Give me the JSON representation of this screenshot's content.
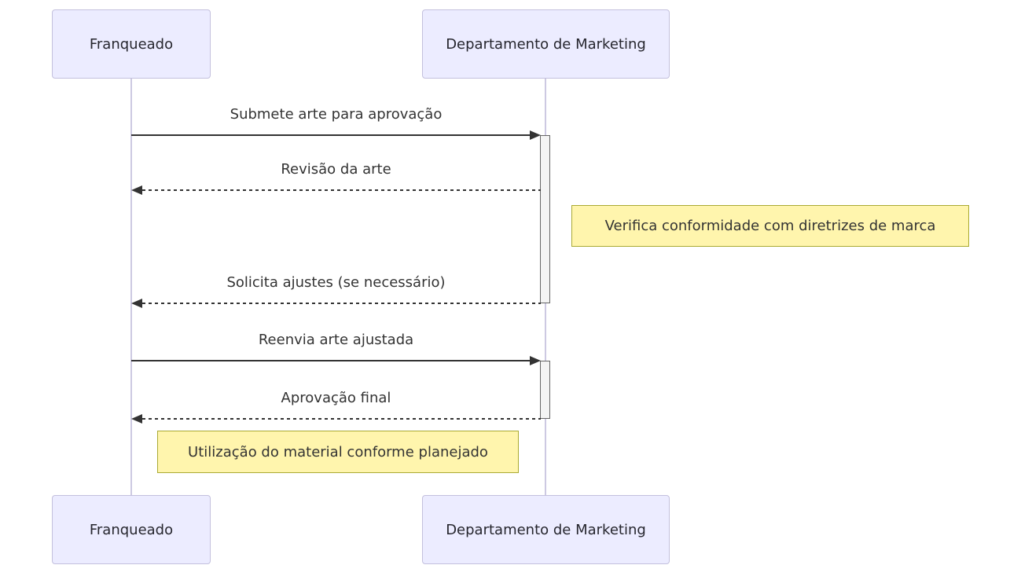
{
  "diagram": {
    "type": "sequence-diagram",
    "actors": [
      {
        "id": "franqueado",
        "label": "Franqueado"
      },
      {
        "id": "marketing",
        "label": "Departamento de Marketing"
      }
    ],
    "messages": [
      {
        "from": "franqueado",
        "to": "marketing",
        "style": "solid",
        "label": "Submete arte para aprovação"
      },
      {
        "from": "marketing",
        "to": "franqueado",
        "style": "dashed",
        "label": "Revisão da arte"
      },
      {
        "from": "marketing",
        "to": "franqueado",
        "style": "dashed",
        "label": "Solicita ajustes (se necessário)"
      },
      {
        "from": "franqueado",
        "to": "marketing",
        "style": "solid",
        "label": "Reenvia arte ajustada"
      },
      {
        "from": "marketing",
        "to": "franqueado",
        "style": "dashed",
        "label": "Aprovação final"
      }
    ],
    "notes": [
      {
        "position": "right-of-marketing",
        "label": "Verifica conformidade com diretrizes de marca"
      },
      {
        "position": "over-franqueado",
        "label": "Utilização do material conforme planejado"
      }
    ],
    "activations": [
      {
        "actor": "marketing",
        "from_message": 1,
        "to_message": 3
      },
      {
        "actor": "marketing",
        "from_message": 4,
        "to_message": 5
      }
    ],
    "colors": {
      "background": "#ffffff",
      "actor_fill": "#ECECFF",
      "actor_border": "#c3c0dd",
      "lifeline": "#cdc9e2",
      "activation_fill": "#f4f4f4",
      "activation_border": "#666666",
      "note_fill": "#fff5ad",
      "note_border": "#aaaa33",
      "text": "#333333"
    }
  }
}
